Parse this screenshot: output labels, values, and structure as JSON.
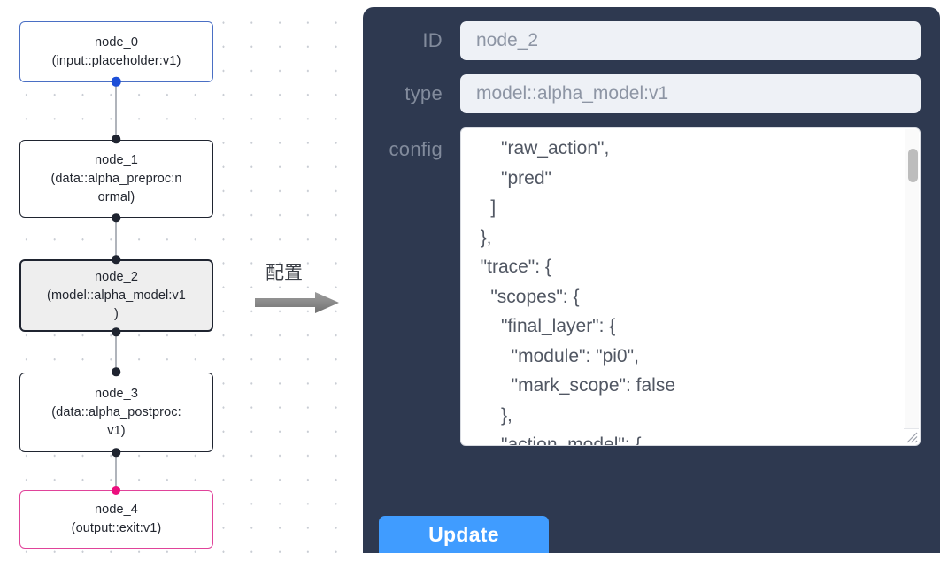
{
  "graph": {
    "nodes": [
      {
        "id": "node_0",
        "label": "node_0\n(input::placeholder:v1)",
        "type": "input::placeholder:v1",
        "style": "input",
        "border_color": "#4a6fc4"
      },
      {
        "id": "node_1",
        "label": "node_1\n(data::alpha_preproc:n\normal)",
        "type": "data::alpha_preproc:normal",
        "style": "default",
        "border_color": "#1f2430"
      },
      {
        "id": "node_2",
        "label": "node_2\n(model::alpha_model:v1\n)",
        "type": "model::alpha_model:v1",
        "style": "selected",
        "border_color": "#1f2430"
      },
      {
        "id": "node_3",
        "label": "node_3\n(data::alpha_postproc:\nv1)",
        "type": "data::alpha_postproc:v1",
        "style": "default",
        "border_color": "#1f2430"
      },
      {
        "id": "node_4",
        "label": "node_4\n(output::exit:v1)",
        "type": "output::exit:v1",
        "style": "output",
        "border_color": "#e0439a"
      }
    ]
  },
  "annotation": {
    "text": "配置",
    "arrow_icon": "right-arrow-icon",
    "arrow_color": "#808080"
  },
  "panel": {
    "background_color": "#2e3950",
    "fields": [
      {
        "label": "ID",
        "value": "node_2"
      },
      {
        "label": "type",
        "value": "model::alpha_model:v1"
      }
    ],
    "config": {
      "label": "config",
      "value": "      \"raw_action\",\n      \"pred\"\n    ]\n  },\n  \"trace\": {\n    \"scopes\": {\n      \"final_layer\": {\n        \"module\": \"pi0\",\n        \"mark_scope\": false\n      },\n      \"action_model\": {"
    },
    "update_button": {
      "label": "Update",
      "color": "#409cff"
    }
  }
}
